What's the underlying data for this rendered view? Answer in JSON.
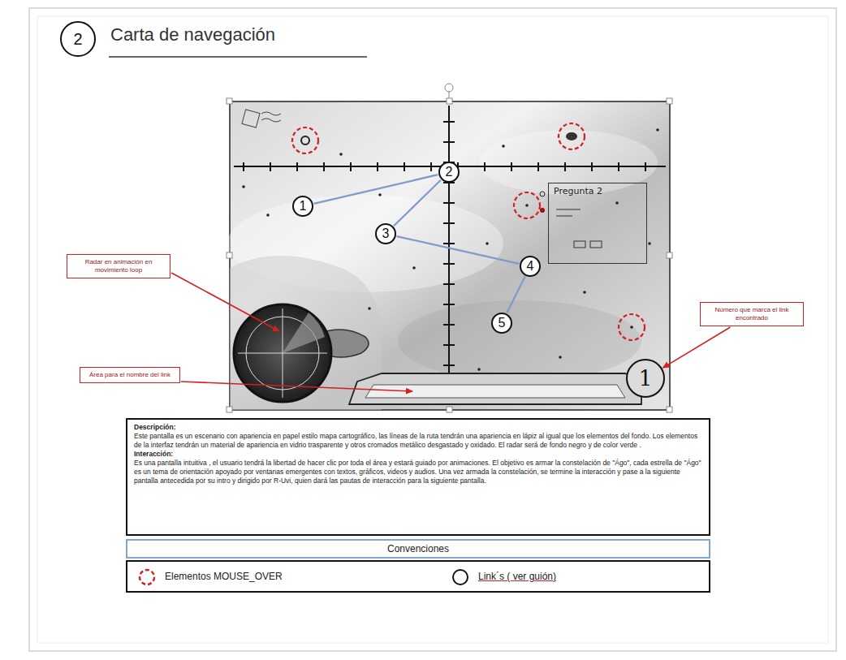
{
  "diagram": {
    "title": "Carta de navegación",
    "nodes": [
      {
        "text": [
          "2"
        ]
      },
      {
        "text": [
          "1"
        ]
      },
      {
        "text": [
          "2"
        ]
      },
      {
        "text": [
          "3"
        ]
      },
      {
        "text": [
          "4"
        ]
      },
      {
        "text": [
          "5"
        ]
      },
      {
        "text": [
          "Pregunta 2"
        ]
      },
      {
        "text": [
          "Radar en animación en movimiento loop"
        ]
      },
      {
        "text": [
          "Área para el nombre del link"
        ]
      },
      {
        "text": [
          "Número que marca el link encontrado"
        ]
      },
      {
        "text": [
          "1"
        ]
      },
      {
        "text": [
          "Descripción:",
          "Este pantalla es un escenario con apariencia en papel estilo mapa cartográfico, las líneas de la ruta tendrán una apariencia en lápiz al igual que los elementos del fondo. Los elementos de la interfaz tendrán un material de apariencia en vidrio trasparente y otros cromados metálico desgastado y oxidado. El radar será de fondo negro y de color verde .",
          "Interacción:",
          "Es una pantalla intuitiva , el usuario tendrá la libertad de hacer clic por toda el área y estará guiado por animaciones. El objetivo es armar la constelación de \"Ágo\", cada estrella de \"Ágo\" es un tema de orientación apoyado por ventanas emergentes con textos, gráficos, videos y audios. Una vez armada la constelación, se termine la interacción y pase a la siguiente pantalla antecedida por su intro y dirigido por R-Uvi, quien dará las pautas de interacción para la siguiente pantalla."
        ]
      }
    ],
    "edges": [
      {
        "from": 1,
        "to": 2,
        "arrow": "none"
      },
      {
        "from": 2,
        "to": 3,
        "arrow": "none"
      },
      {
        "from": 3,
        "to": 4,
        "arrow": "none"
      },
      {
        "from": 4,
        "to": 5,
        "arrow": "none"
      },
      {
        "from": 9,
        "to": 10,
        "arrow": "to"
      }
    ],
    "labels": [
      "Convenciones"
    ],
    "legend": [
      {
        "text": "Elementos MOUSE_OVER"
      },
      {
        "text": "Link´s ( ver guión)"
      }
    ]
  }
}
